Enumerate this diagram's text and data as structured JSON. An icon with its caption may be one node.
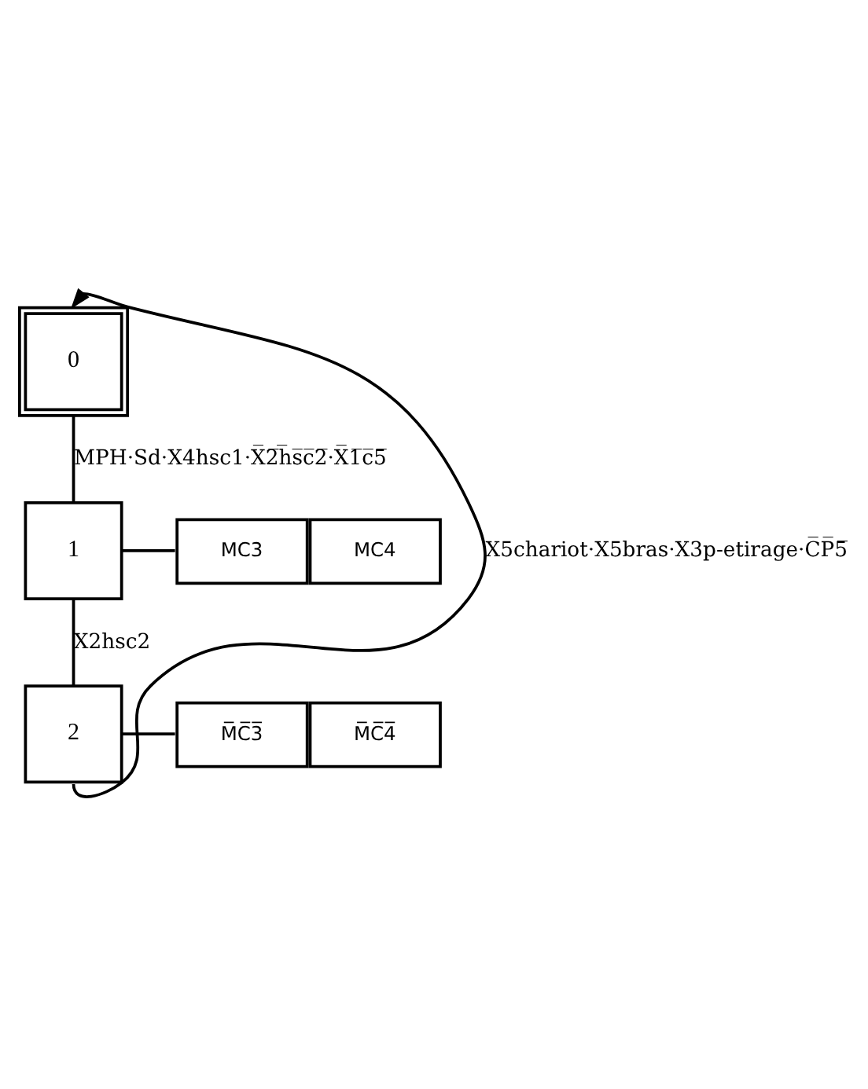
{
  "diagram": {
    "nodes": [
      {
        "text": [
          "0"
        ]
      },
      {
        "text": [
          "1"
        ]
      },
      {
        "text": [
          "MC3",
          "MC4"
        ]
      },
      {
        "text": [
          "2"
        ]
      },
      {
        "text": [
          "M̅C̅3̅",
          "M̅C̅4̅"
        ]
      }
    ],
    "edges": [
      {
        "from": 0,
        "to": 1,
        "arrow": "none",
        "label": "MPH·Sd·X4hsc1·X̅2̅h̅s̅c̅2̅·X̅1̅c̅5̅"
      },
      {
        "from": 1,
        "to": 2,
        "arrow": "none"
      },
      {
        "from": 1,
        "to": 3,
        "arrow": "none",
        "label": "X2hsc2"
      },
      {
        "from": 3,
        "to": 4,
        "arrow": "none"
      },
      {
        "from": 3,
        "to": 0,
        "arrow": "to",
        "label": "X5chariot·X5bras·X3p-etirage·C̅P̅5̅"
      }
    ]
  }
}
